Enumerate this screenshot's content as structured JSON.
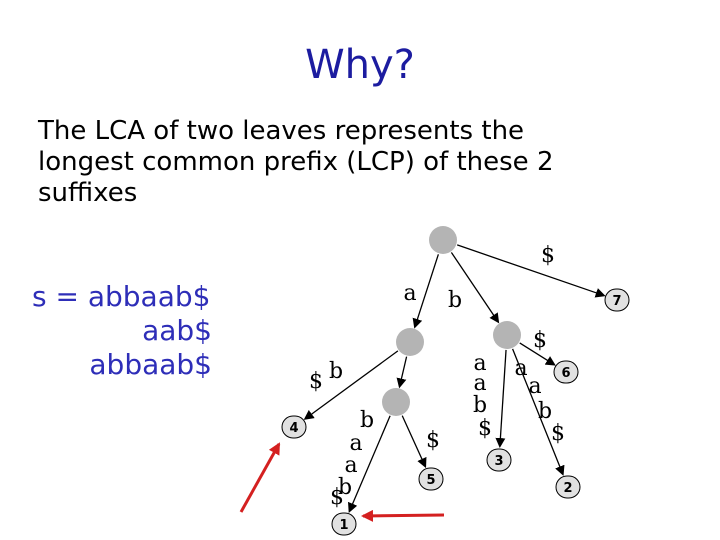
{
  "title": "Why?",
  "body_lines": [
    "The LCA of two leaves represents the",
    "longest common prefix (LCP) of these 2",
    "suffixes"
  ],
  "string_lines": [
    "s = abbaab$",
    "aab$",
    "abbaab$"
  ],
  "colors": {
    "title": "#1c1ca0",
    "strings": "#2e2eb8",
    "node_fill": "#b4b4b4",
    "leaf_fill": "#e1e1e1",
    "pointer": "#d42020"
  },
  "tree": {
    "nodes": [
      {
        "id": "root",
        "kind": "internal"
      },
      {
        "id": "a",
        "kind": "internal"
      },
      {
        "id": "ab",
        "kind": "internal"
      },
      {
        "id": "b",
        "kind": "internal"
      },
      {
        "id": "leaf7",
        "kind": "leaf",
        "label": "7"
      },
      {
        "id": "leaf4",
        "kind": "leaf",
        "label": "4"
      },
      {
        "id": "leaf1",
        "kind": "leaf",
        "label": "1"
      },
      {
        "id": "leaf5",
        "kind": "leaf",
        "label": "5"
      },
      {
        "id": "leaf3",
        "kind": "leaf",
        "label": "3"
      },
      {
        "id": "leaf6",
        "kind": "leaf",
        "label": "6"
      },
      {
        "id": "leaf2",
        "kind": "leaf",
        "label": "2"
      }
    ],
    "edges": [
      {
        "from": "root",
        "to": "leaf7",
        "label": "$"
      },
      {
        "from": "root",
        "to": "a",
        "label": "a"
      },
      {
        "from": "root",
        "to": "b",
        "label": "b"
      },
      {
        "from": "a",
        "to": "leaf4",
        "label": "$"
      },
      {
        "from": "a",
        "to": "ab",
        "label": "b"
      },
      {
        "from": "ab",
        "to": "leaf5",
        "label": "$"
      },
      {
        "from": "ab",
        "to": "leaf1",
        "label": "baab$"
      },
      {
        "from": "b",
        "to": "leaf3",
        "label": "aab$"
      },
      {
        "from": "b",
        "to": "leaf6",
        "label": "$"
      },
      {
        "from": "b",
        "to": "leaf2",
        "label": "aab$"
      }
    ],
    "pointed_leaves": [
      "leaf4",
      "leaf1"
    ]
  }
}
